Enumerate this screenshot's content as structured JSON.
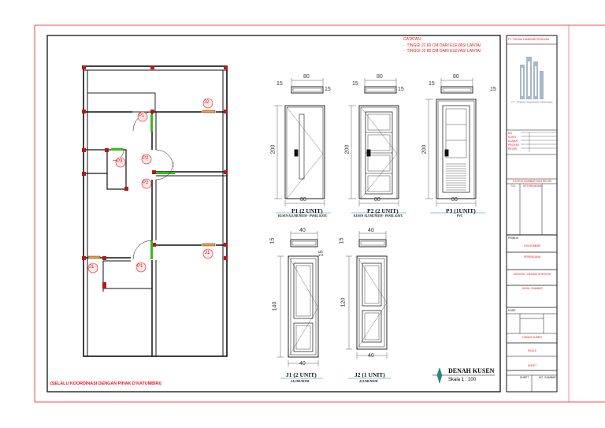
{
  "notes": {
    "heading": "CATATAN :",
    "line1": "TINGGI J1 60 CM DARI ELEVASI LANTAI",
    "line2": "TINGGI J2 80 CM DARI ELEVASI LANTAI"
  },
  "footer_note": "(SELALU KOORDINASI DENGAN PIHAK D'KATUMBIRI)",
  "drawing_title": "DENAH KUSEN",
  "scale": "Skala 1 : 100",
  "plan_tags": [
    "J2",
    "P1",
    "P2",
    "P3",
    "P2",
    "J1",
    "J1",
    "P1"
  ],
  "frames": {
    "p1": {
      "label": "P1 (2 UNIT)",
      "sub": "KUSEN ALUMUNIUM - PANEL KAYU",
      "width": "80",
      "height": "200",
      "side": "15",
      "top": "15"
    },
    "p2": {
      "label": "P2 (2 UNIT)",
      "sub": "KUSEN ALUMUNIUM - PANEL KAYU",
      "width": "80",
      "height": "200",
      "side": "15",
      "top": "15"
    },
    "p3": {
      "label": "P3 (1UNIT)",
      "sub": "PVC",
      "width": "80",
      "height": "200",
      "side": "15",
      "top": "15"
    },
    "j1": {
      "label": "J1 (2 UNIT)",
      "sub": "ALUMUNIUM",
      "width": "40",
      "height": "140",
      "side": "15"
    },
    "j2": {
      "label": "J2 (1 UNIT)",
      "sub": "ALUMUNIUM",
      "width": "40",
      "height": "120",
      "side": "15"
    }
  },
  "title_block": {
    "company": "PT. TRIHAS DIANSARI PERKASA",
    "logo_caption": "PT. TRIHAS DIANSARI PERKASA",
    "rows": [
      "NO",
      "KLIEN",
      "ALAMAT",
      "PROYEK",
      "REVISI"
    ],
    "status_header": "STATUS GAMBAR DAN REVISI",
    "col1": "TGL",
    "col2": "KETERANGAN",
    "pemilik": "PEMILIK",
    "pemilik_value": "D'KATUMBIRI",
    "perencana": "PERENCANA",
    "arsitek": "ARSITEK / DESAIN INTERIOR",
    "judul": "JUDUL GAMBAR",
    "kode_label": "KODE",
    "kode_value": "DENAH KUSEN",
    "skala": "SKALA",
    "sheet": "SHEET",
    "no_gambar": "NO. GAMBAR"
  },
  "colors": {
    "border_red": "#e8151b",
    "line": "#111111",
    "door_green": "#3cb81e",
    "door_orange": "#f0a040",
    "tag_red": "#e8151b"
  }
}
